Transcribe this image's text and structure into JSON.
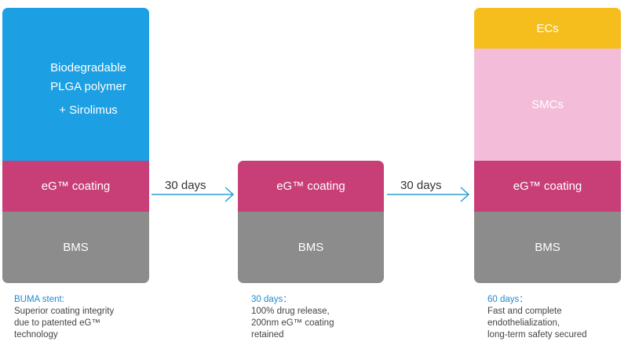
{
  "colors": {
    "polymer": "#1c9fe3",
    "coating": "#c83f78",
    "bms": "#8c8c8c",
    "ecs": "#f5be1d",
    "smcs": "#f3bdd9",
    "arrow": "#2e9fd6",
    "caption_head": "#1f8ad6"
  },
  "stage1": {
    "polymer_lines": [
      "Biodegradable",
      "PLGA polymer",
      "+ Sirolimus"
    ],
    "coating": "eG™ coating",
    "bms": "BMS",
    "caption_head": "BUMA stent:",
    "caption_lines": [
      "Superior coating integrity",
      "due to patented eG™",
      "technology"
    ]
  },
  "arrow1": {
    "label": "30 days"
  },
  "stage2": {
    "coating": "eG™ coating",
    "bms": "BMS",
    "caption_head": "30 days：",
    "caption_lines": [
      "100% drug release,",
      "200nm eG™ coating",
      "retained"
    ]
  },
  "arrow2": {
    "label": "30 days"
  },
  "stage3": {
    "ecs": "ECs",
    "smcs": "SMCs",
    "coating": "eG™ coating",
    "bms": "BMS",
    "caption_head": "60 days：",
    "caption_lines": [
      "Fast and complete",
      "endothelialization,",
      "long-term safety secured"
    ]
  }
}
